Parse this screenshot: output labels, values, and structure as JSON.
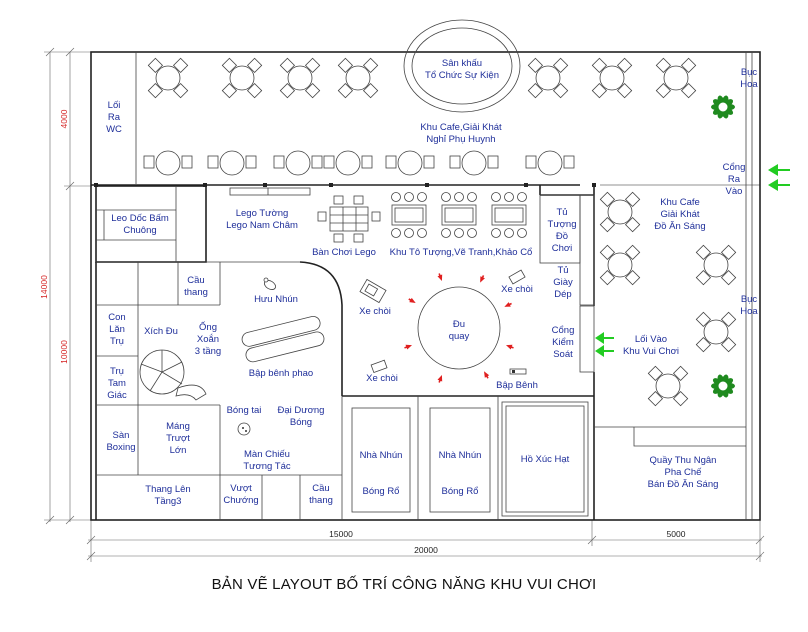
{
  "caption": "BẢN VẼ LAYOUT BỐ TRÍ CÔNG NĂNG KHU VUI CHƠI",
  "dimensions": {
    "left_top": "4000",
    "left_total": "14000",
    "left_inner": "10000",
    "bottom_a": "15000",
    "bottom_b": "5000",
    "bottom_total": "20000"
  },
  "labels": {
    "stage_l1": "Sân khấu",
    "stage_l2": "Tổ Chức Sự Kiện",
    "wc_l1": "Lối",
    "wc_l2": "Ra",
    "wc_l3": "WC",
    "cafe_top_l1": "Khu Cafe,Giải Khát",
    "cafe_top_l2": "Nghỉ Phụ Huynh",
    "planter_top_l1": "Bục",
    "planter_top_l2": "Hoa",
    "exit_l1": "Cổng",
    "exit_l2": "Ra",
    "exit_l3": "Vào",
    "leo_l1": "Leo Dốc Bấm",
    "leo_l2": "Chuông",
    "lego_wall_l1": "Lego Tường",
    "lego_wall_l2": "Lego Nam Châm",
    "lego_table": "Bàn Chơi Lego",
    "paint_zone": "Khu Tô Tượng,Vẽ Tranh,Khảo Cổ",
    "locker_l1": "Tủ",
    "locker_l2": "Tượng",
    "locker_l3": "Đồ",
    "locker_l4": "Chơi",
    "shoe_l1": "Tủ",
    "shoe_l2": "Giày",
    "shoe_l3": "Dép",
    "cafe_right_l1": "Khu Cafe",
    "cafe_right_l2": "Giải Khát",
    "cafe_right_l3": "Đồ Ăn Sáng",
    "stairs_top_l1": "Cầu",
    "stairs_top_l2": "thang",
    "hippo": "Hưu Nhún",
    "car_a": "Xe chòi",
    "car_b": "Xe chòi",
    "car_c": "Xe chòi",
    "roller_l1": "Con",
    "roller_l2": "Lăn",
    "roller_l3": "Trụ",
    "swing": "Xích Đu",
    "tube_l1": "Ống",
    "tube_l2": "Xoắn",
    "tube_l3": "3 tầng",
    "float": "Bập bênh phao",
    "carousel_l1": "Đu",
    "carousel_l2": "quay",
    "gate_l1": "Cổng",
    "gate_l2": "Kiểm",
    "gate_l3": "Soát",
    "entry_l1": "Lối Vào",
    "entry_l2": "Khu Vui Chơi",
    "planter_mid_l1": "Bục",
    "planter_mid_l2": "Hoa",
    "prism_l1": "Trụ",
    "prism_l2": "Tam",
    "prism_l3": "Giác",
    "seesaw": "Bập Bênh",
    "ball_l1": "Bóng tai",
    "ocean_l1": "Đại Dương",
    "ocean_l2": "Bóng",
    "boxing_l1": "Sàn",
    "boxing_l2": "Boxing",
    "slide_l1": "Máng",
    "slide_l2": "Trượt",
    "slide_l3": "Lớn",
    "projector_l1": "Màn Chiếu",
    "projector_l2": "Tương Tác",
    "bounce1_l1": "Nhà Nhún",
    "bounce1_l2": "Bóng Rổ",
    "bounce2_l1": "Nhà Nhún",
    "bounce2_l2": "Bóng Rổ",
    "sandpit": "Hồ Xúc Hạt",
    "cashier_l1": "Quầy Thu Ngân",
    "cashier_l2": "Pha Chế",
    "cashier_l3": "Bán Đồ Ăn Sáng",
    "stair3_l1": "Thang Lên",
    "stair3_l2": "Tầng3",
    "obstacle_l1": "Vượt",
    "obstacle_l2": "Chướng",
    "stairs_bot_l1": "Cầu",
    "stairs_bot_l2": "thang"
  },
  "colors": {
    "label": "#1f2f9a",
    "dimension": "#d42020",
    "arrow_green": "#22cc22",
    "arrow_red": "#e02020",
    "plant": "#1f8a1f"
  }
}
